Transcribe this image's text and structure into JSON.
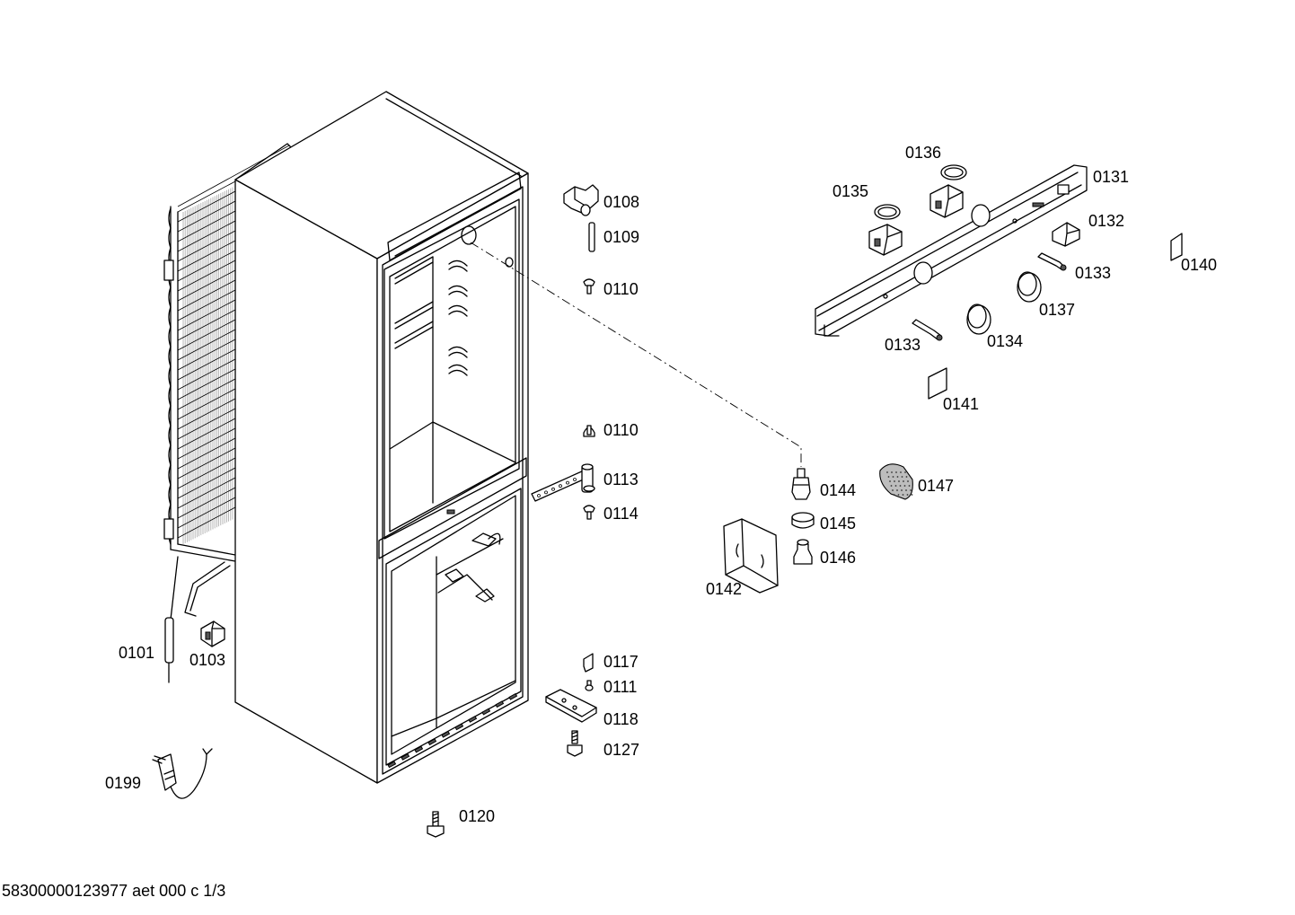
{
  "labels": {
    "p0101": "0101",
    "p0103": "0103",
    "p0108": "0108",
    "p0109": "0109",
    "p0110a": "0110",
    "p0110b": "0110",
    "p0111": "0111",
    "p0113": "0113",
    "p0114": "0114",
    "p0117": "0117",
    "p0118": "0118",
    "p0120": "0120",
    "p0127": "0127",
    "p0131": "0131",
    "p0132": "0132",
    "p0133a": "0133",
    "p0133b": "0133",
    "p0134": "0134",
    "p0135": "0135",
    "p0136": "0136",
    "p0137": "0137",
    "p0140": "0140",
    "p0141": "0141",
    "p0142": "0142",
    "p0144": "0144",
    "p0145": "0145",
    "p0146": "0146",
    "p0147": "0147",
    "p0199": "0199"
  },
  "footer": {
    "drawing_id": "58300000123977 aet 000 c 1/3"
  }
}
